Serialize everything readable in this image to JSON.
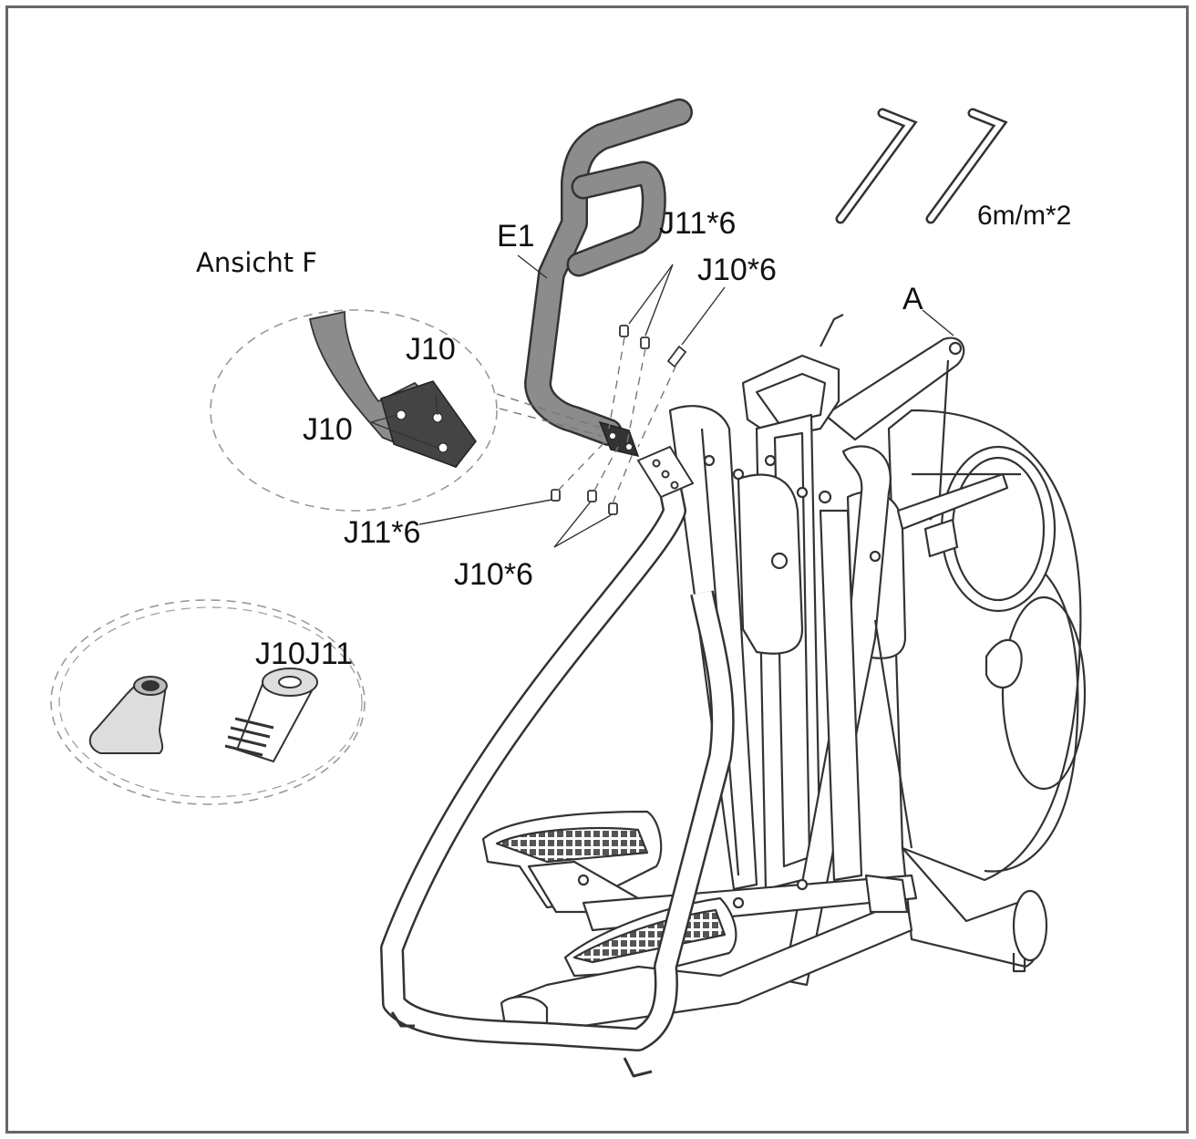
{
  "diagram": {
    "labels": {
      "ansicht_f": "Ansicht F",
      "e1": "E1",
      "j11_top": "J11*6",
      "j10_top": "J10*6",
      "a": "A",
      "allen_keys": "6m/m*2",
      "j10_detail_upper": "J10",
      "j10_detail_lower": "J10",
      "j11_bottom": "J11*6",
      "j10_bottom": "J10*6",
      "j10j11": "J10J11"
    },
    "colors": {
      "frame_border": "#666666",
      "line": "#333333",
      "part_fill": "#ffffff",
      "handlebar_fill": "#8c8c8c",
      "bracket_fill": "#444444",
      "dashed": "#999999"
    }
  }
}
